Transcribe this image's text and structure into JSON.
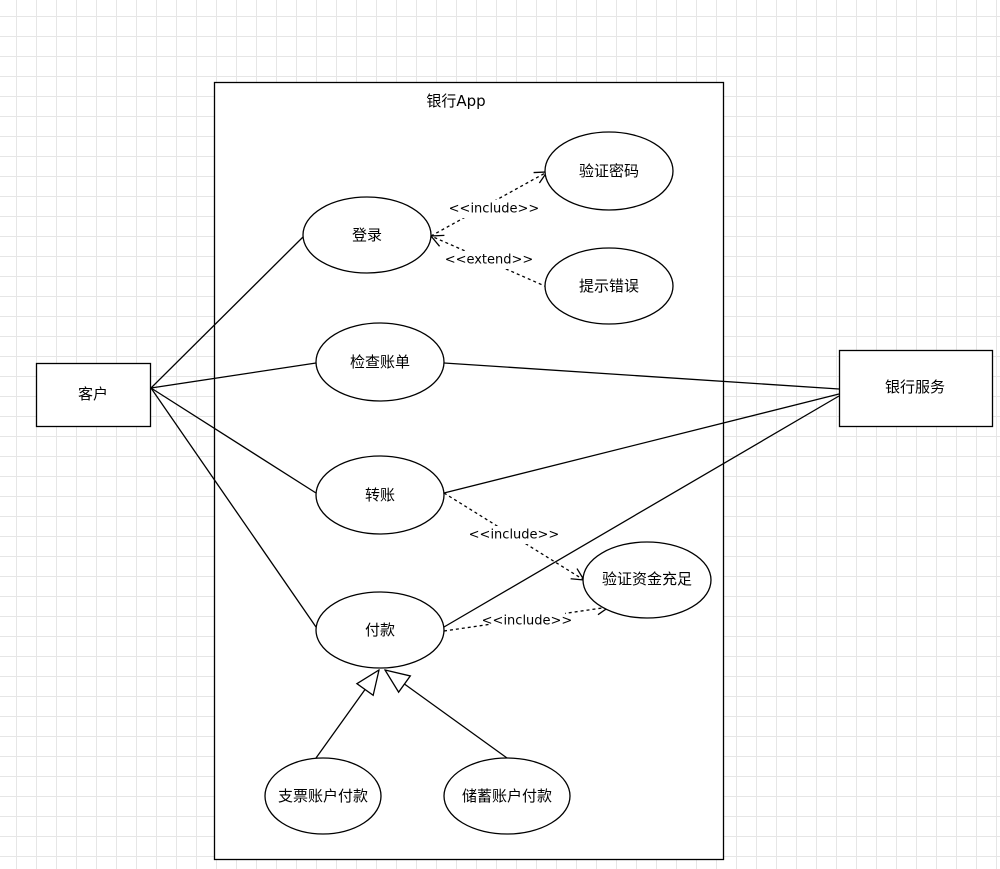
{
  "system": {
    "title": "银行App"
  },
  "actors": {
    "customer": "客户",
    "bank_service": "银行服务"
  },
  "use_cases": {
    "login": "登录",
    "verify_password": "验证密码",
    "show_error": "提示错误",
    "check_bill": "检查账单",
    "transfer": "转账",
    "verify_funds": "验证资金充足",
    "payment": "付款",
    "check_payment": "支票账户付款",
    "savings_payment": "储蓄账户付款"
  },
  "relations": {
    "include": "<<include>>",
    "extend": "<<extend>>"
  }
}
